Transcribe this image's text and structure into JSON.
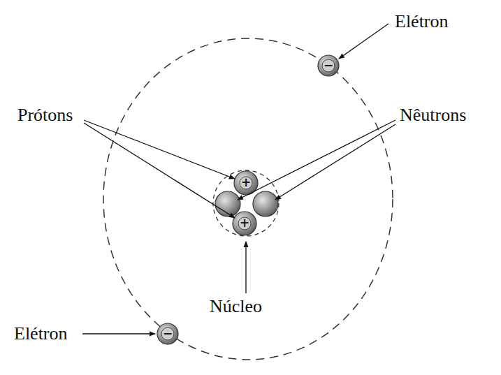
{
  "diagram": {
    "labels": [
      "Elétron",
      "−",
      "Prótons",
      "Nêutrons",
      "+",
      "+",
      "Núcleo",
      "Elétron",
      "−"
    ]
  }
}
